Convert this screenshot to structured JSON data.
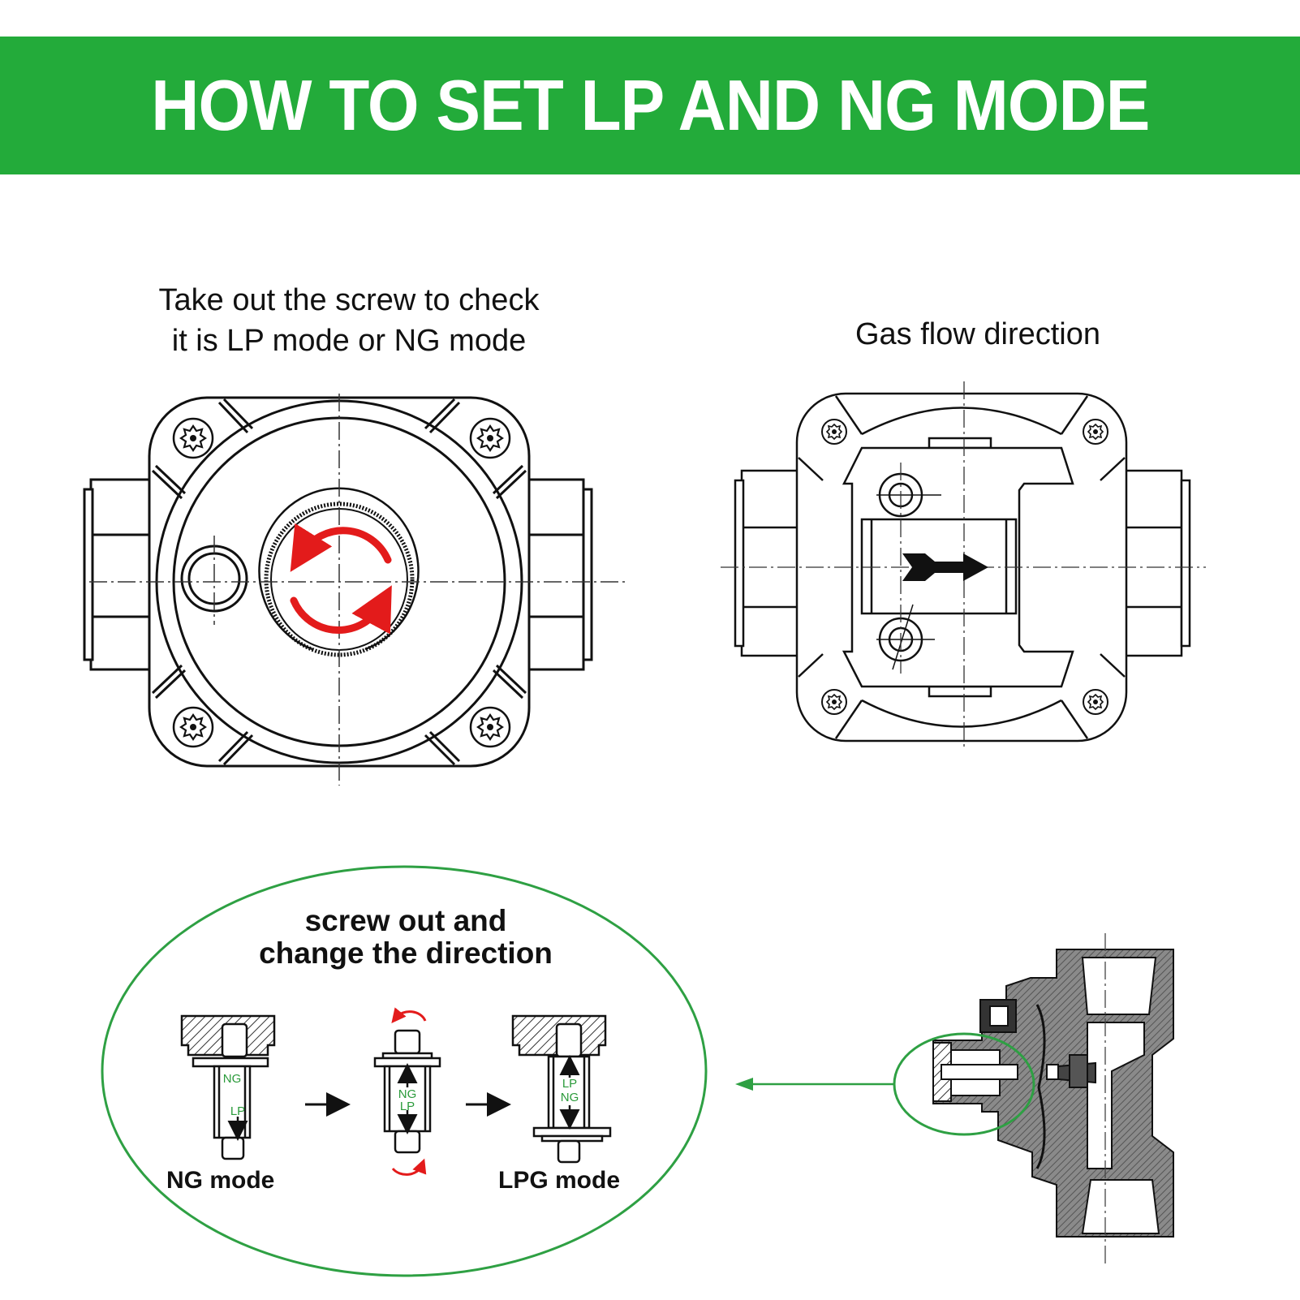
{
  "banner": {
    "title": "HOW TO SET LP AND NG MODE",
    "background": "#23ab3a",
    "text_color": "#ffffff"
  },
  "left_panel": {
    "caption_line1": "Take out the screw to check",
    "caption_line2": "it is LP mode or NG mode",
    "figure": "regulator-front-view",
    "rotate_icon": "red-rotation-arrows-icon"
  },
  "right_panel": {
    "caption": "Gas flow direction",
    "figure": "regulator-back-view",
    "flow_icon": "right-arrow-icon"
  },
  "oval": {
    "title_line1": "screw out and",
    "title_line2": "change the direction",
    "border_color": "#2ea043",
    "steps": [
      {
        "name": "ng-mode",
        "label": "NG mode",
        "top_text": "NG",
        "bottom_text": "LP"
      },
      {
        "name": "flip",
        "label": "",
        "top_text": "NG",
        "bottom_text": "LP"
      },
      {
        "name": "lpg-mode",
        "label": "LPG mode",
        "top_text": "LP",
        "bottom_text": "NG"
      }
    ],
    "label_color": "#2a9a3a",
    "rotate_color": "#e31b1b"
  },
  "cross_section": {
    "figure": "regulator-cross-section",
    "callout": "green-callout-arrow-left"
  },
  "colors": {
    "accent_green": "#23ab3a",
    "red": "#e31b1b",
    "line": "#111111"
  }
}
